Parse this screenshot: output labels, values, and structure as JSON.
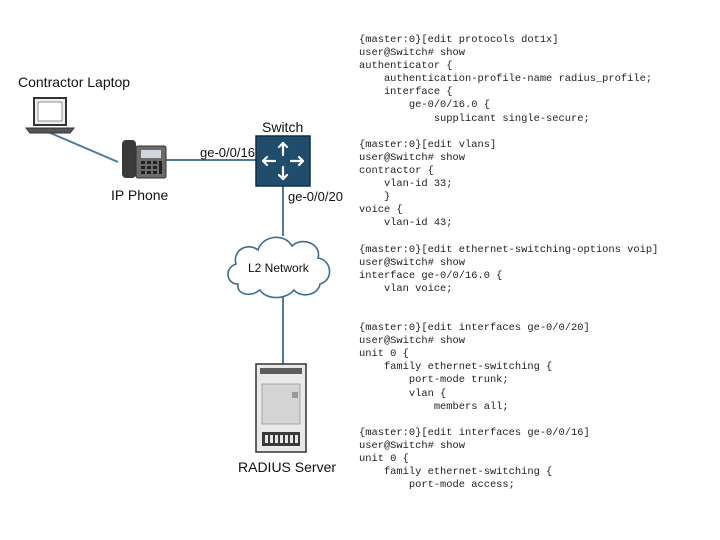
{
  "labels": {
    "contractor_laptop": "Contractor Laptop",
    "ip_phone": "IP Phone",
    "switch": "Switch",
    "port_phone": "ge-0/0/16",
    "port_uplink": "ge-0/0/20",
    "l2_network": "L2 Network",
    "radius_server": "RADIUS Server"
  },
  "icons": {
    "laptop": "laptop-icon",
    "phone": "ip-phone-icon",
    "switch": "switch-icon",
    "cloud": "cloud-icon",
    "server": "server-icon"
  },
  "colors": {
    "switch_fill": "#1f4d6b",
    "link_line": "#4f7a9a"
  },
  "config_lines": [
    "{master:0}[edit protocols dot1x]",
    "user@Switch# show",
    "authenticator {",
    "    authentication-profile-name radius_profile;",
    "    interface {",
    "        ge-0/0/16.0 {",
    "            supplicant single-secure;",
    "",
    "{master:0}[edit vlans]",
    "user@Switch# show",
    "contractor {",
    "    vlan-id 33;",
    "    }",
    "voice {",
    "    vlan-id 43;",
    "",
    "{master:0}[edit ethernet-switching-options voip]",
    "user@Switch# show",
    "interface ge-0/0/16.0 {",
    "    vlan voice;",
    "",
    "",
    "{master:0}[edit interfaces ge-0/0/20]",
    "user@Switch# show",
    "unit 0 {",
    "    family ethernet-switching {",
    "        port-mode trunk;",
    "        vlan {",
    "            members all;",
    "",
    "{master:0}[edit interfaces ge-0/0/16]",
    "user@Switch# show",
    "unit 0 {",
    "    family ethernet-switching {",
    "        port-mode access;"
  ]
}
